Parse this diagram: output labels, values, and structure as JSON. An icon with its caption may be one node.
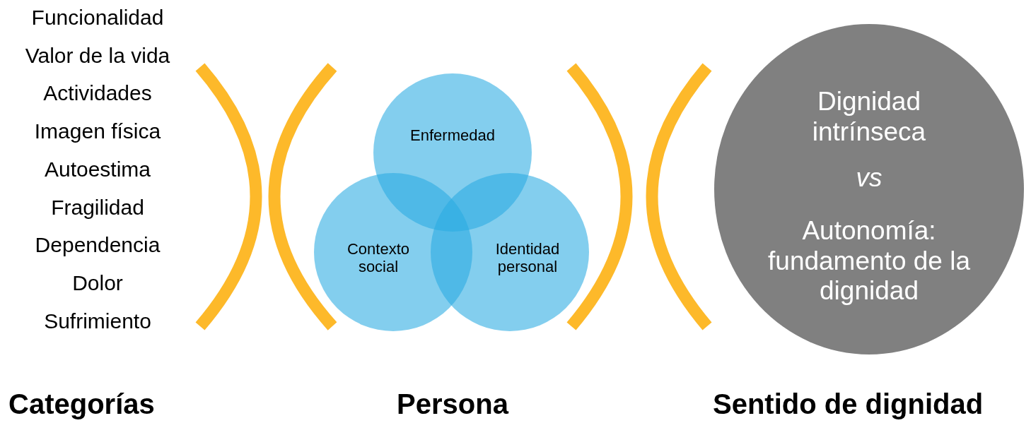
{
  "diagram": {
    "nodes": [
      {
        "text": [
          "Enfermedad"
        ]
      },
      {
        "text": [
          "Contexto social"
        ]
      },
      {
        "text": [
          "Identidad personal"
        ]
      },
      {
        "text": [
          "Dignidad intrínseca",
          "vs",
          "Autonomía: fundamento de la dignidad"
        ]
      }
    ],
    "labels": [
      "Funcionalidad",
      "Valor de la vida",
      "Actividades",
      "Imagen física",
      "Autoestima",
      "Fragilidad",
      "Dependencia",
      "Dolor",
      "Sufrimiento",
      "Categorías",
      "Persona",
      "Sentido de dignidad"
    ]
  }
}
